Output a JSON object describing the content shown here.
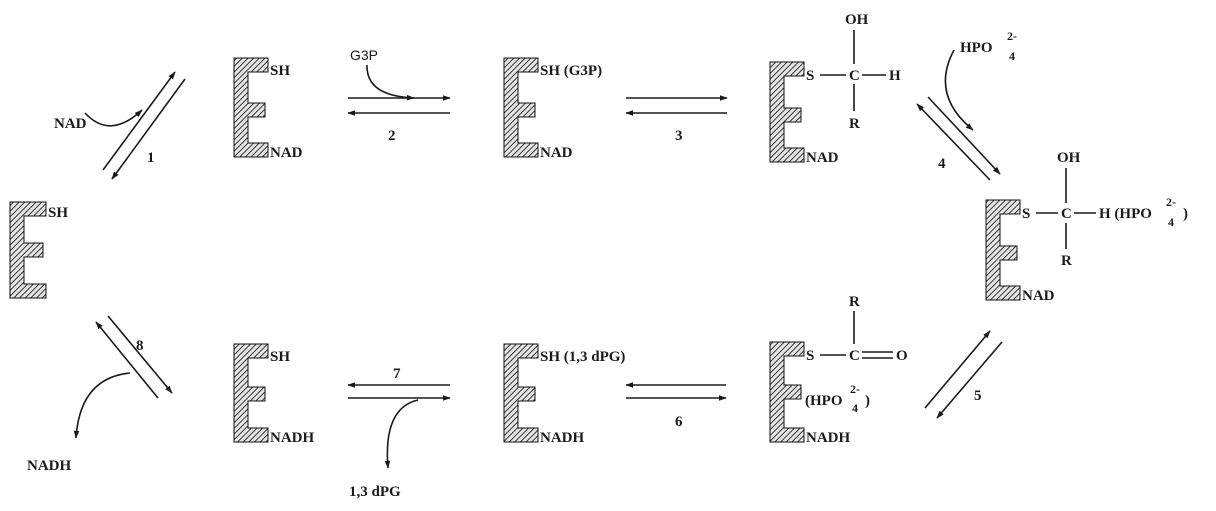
{
  "species": {
    "free_enzyme": {
      "top": "SH"
    },
    "e_nad": {
      "top": "SH",
      "bottom": "NAD"
    },
    "e_nad_g3p": {
      "top": "SH (G3P)",
      "bottom": "NAD"
    },
    "thiohemiacetal": {
      "s": "S",
      "c": "C",
      "h": "H",
      "oh": "OH",
      "r": "R",
      "bottom": "NAD"
    },
    "thiohemiacetal_pi": {
      "s": "S",
      "c": "C",
      "h": "H",
      "oh": "OH",
      "r": "R",
      "pi_open": "H (HPO",
      "pi_close": ")",
      "bottom": "NAD"
    },
    "thioester": {
      "s": "S",
      "c": "C",
      "o": "O",
      "r": "R",
      "pi_open": "(HPO",
      "pi_close": ")",
      "bottom": "NADH"
    },
    "e_nadh_dpg": {
      "top": "SH (1,3 dPG)",
      "bottom": "NADH"
    },
    "e_nadh": {
      "top": "SH",
      "bottom": "NADH"
    }
  },
  "phosphate": {
    "base": "HPO",
    "charge": "2-",
    "sub": "4"
  },
  "substrates": {
    "nad_in": "NAD",
    "g3p_in": "G3P",
    "pi_in": "HPO",
    "dpg_out": "1,3 dPG",
    "nadh_out": "NADH"
  },
  "steps": [
    "1",
    "2",
    "3",
    "4",
    "5",
    "6",
    "7",
    "8"
  ]
}
